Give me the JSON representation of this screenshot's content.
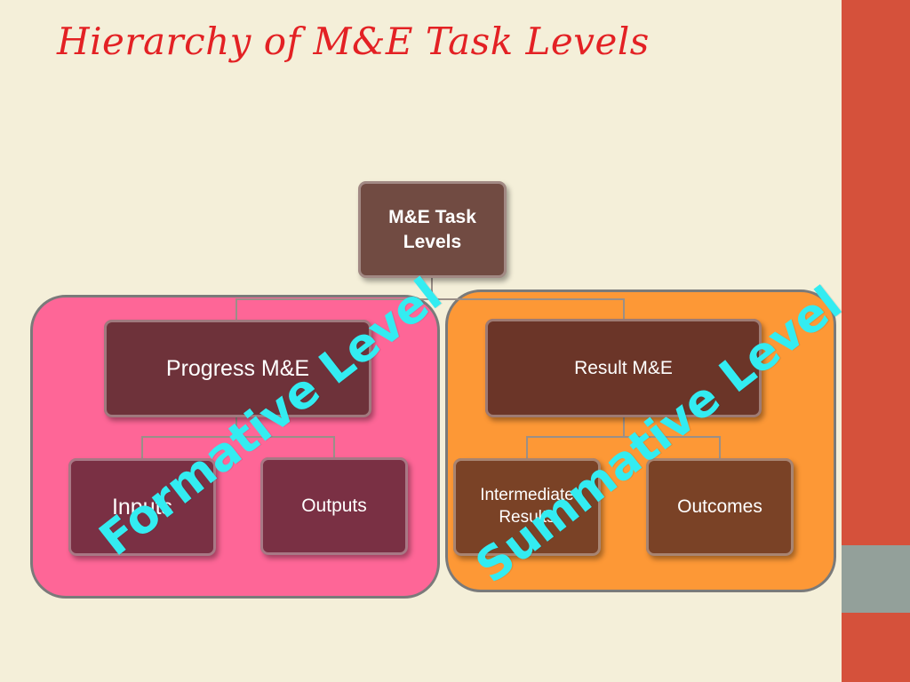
{
  "title": "Hierarchy of M&E Task Levels",
  "colors": {
    "title": "#e32124",
    "background": "#f4efd9",
    "formative_panel": "#fe6697",
    "summative_panel": "#fd9836",
    "level_label": "#33ecf1"
  },
  "nodes": {
    "root": "M&E Task Levels",
    "progress": "Progress M&E",
    "result": "Result M&E",
    "inputs": "Inputs",
    "outputs": "Outputs",
    "intermediate": "Intermediate Results",
    "outcomes": "Outcomes"
  },
  "level_labels": {
    "formative": "Formative Level",
    "summative": "Summative Level"
  }
}
